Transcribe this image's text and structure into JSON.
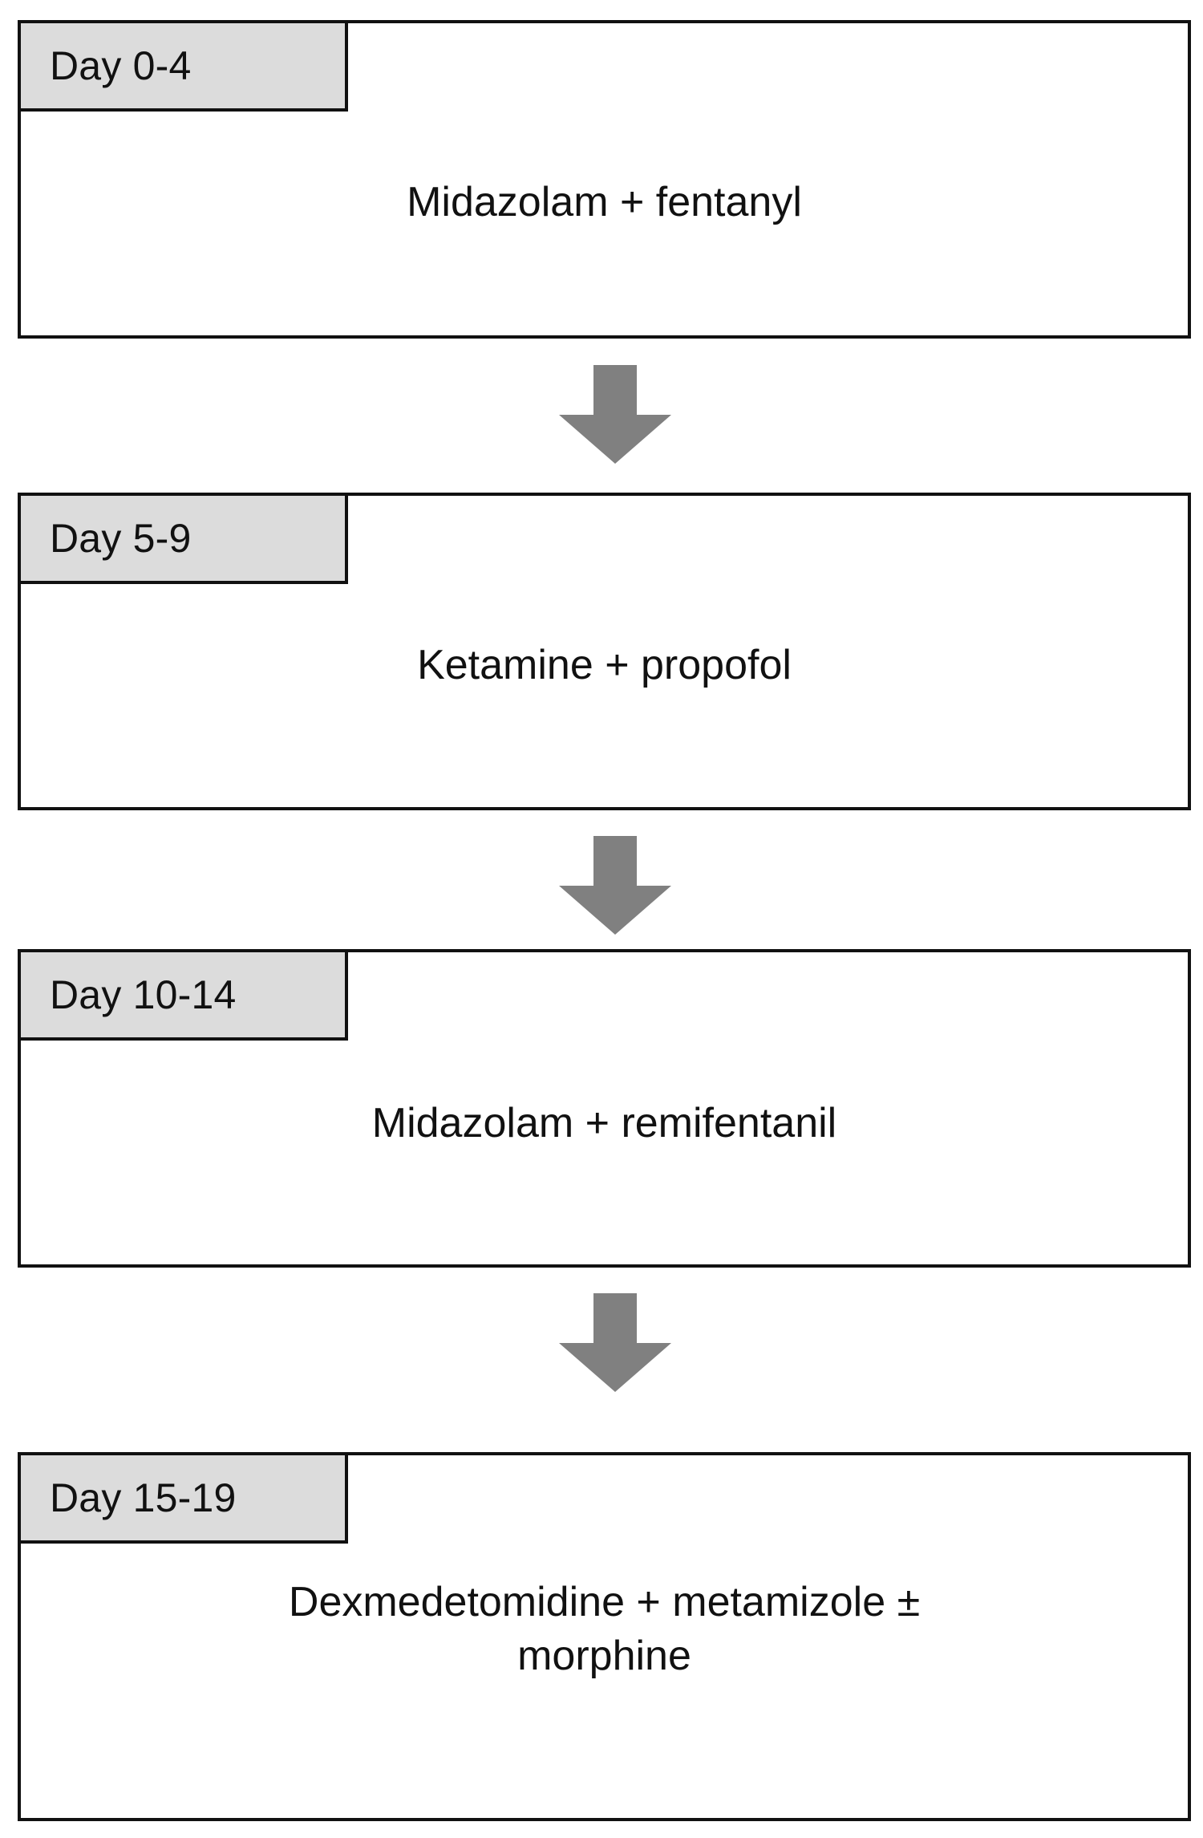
{
  "diagram": {
    "type": "flowchart",
    "orientation": "vertical",
    "title": "",
    "colors": {
      "box_border": "#111111",
      "box_fill": "#ffffff",
      "tab_fill": "#dcdcdc",
      "arrow_fill": "#808080",
      "text": "#111111",
      "background": "#ffffff"
    },
    "steps": [
      {
        "id": "step-1",
        "day_label": "Day 0-4",
        "regimen": "Midazolam + fentanyl"
      },
      {
        "id": "step-2",
        "day_label": "Day 5-9",
        "regimen": "Ketamine + propofol"
      },
      {
        "id": "step-3",
        "day_label": "Day 10-14",
        "regimen": "Midazolam + remifentanil"
      },
      {
        "id": "step-4",
        "day_label": "Day 15-19",
        "regimen": "Dexmedetomidine + metamizole ±\nmorphine"
      }
    ],
    "connectors": [
      {
        "id": "connector-1",
        "icon": "arrow-down-icon",
        "from": "step-1",
        "to": "step-2"
      },
      {
        "id": "connector-2",
        "icon": "arrow-down-icon",
        "from": "step-2",
        "to": "step-3"
      },
      {
        "id": "connector-3",
        "icon": "arrow-down-icon",
        "from": "step-3",
        "to": "step-4"
      }
    ]
  }
}
